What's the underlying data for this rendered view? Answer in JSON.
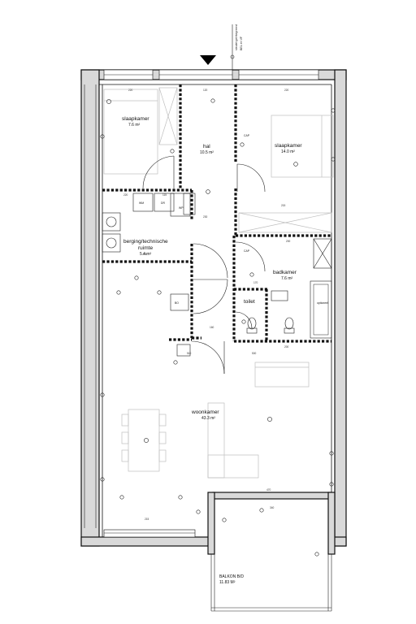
{
  "rooms": {
    "slaapkamer_1": {
      "name": "slaapkamer",
      "area": "7.6 m²"
    },
    "hal": {
      "name": "hal",
      "area": "10.5 m²"
    },
    "slaapkamer_2": {
      "name": "slaapkamer",
      "area": "14.0 m²"
    },
    "berging": {
      "name_line1": "berging/technische",
      "name_line2": "ruimte",
      "area": "5.4 m²"
    },
    "badkamer": {
      "name": "badkamer",
      "area": "7.6 m²"
    },
    "toilet": {
      "name": "toilet"
    },
    "woonkamer": {
      "name": "woonkamer",
      "area": "43.3 m²"
    },
    "balkon": {
      "name": "BALKON B/D",
      "area": "11.83 M²"
    }
  },
  "fixtures": {
    "wm": "WM",
    "dr": "DR",
    "wp": "WP",
    "bo": "BO",
    "optioneel": "optioneel",
    "cap_1": "CAP",
    "cap_2": "CAP"
  },
  "entrance_note": {
    "line1": "sleutel geïntegreerd",
    "line2": "BEL en VF"
  },
  "dimensions": {
    "top_left": "220",
    "top_mid": "120",
    "top_right": "220",
    "hal_mid": "230",
    "bed2_low": "215",
    "stor_top": "220",
    "stor_right": "115",
    "mid_left": "265",
    "mid_right": "200",
    "bath_w": "170",
    "bath_top": "200",
    "hall_low": "160",
    "liv_top_a": "500",
    "liv_top_b": "510",
    "balc_top_a": "340",
    "balc_top_b": "470",
    "bottom": "215"
  }
}
